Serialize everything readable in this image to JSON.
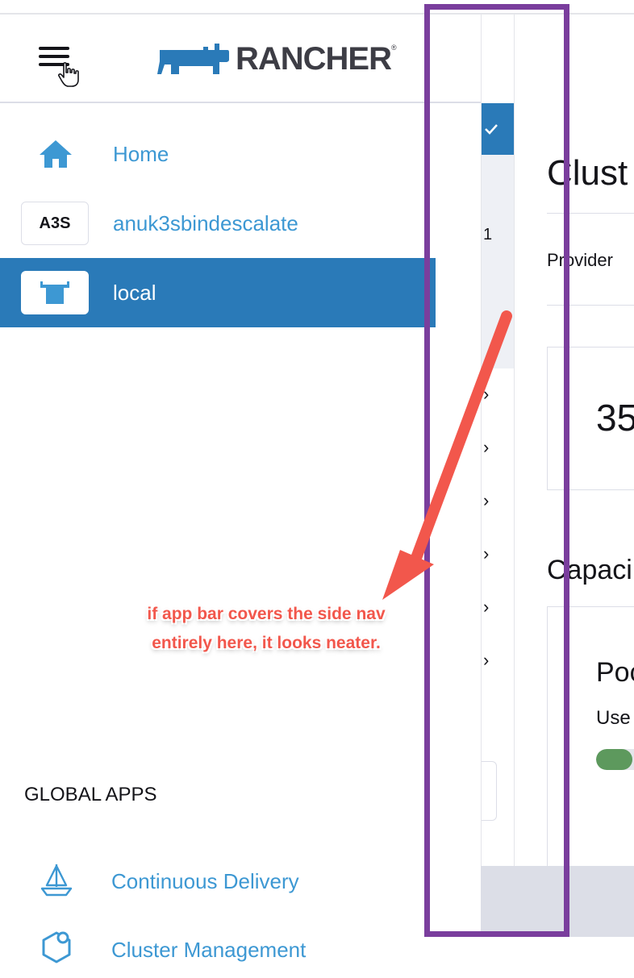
{
  "header": {
    "brand": "RANCHER",
    "registered_mark": "®"
  },
  "sidebar": {
    "items": [
      {
        "label": "Home",
        "icon": "home-icon"
      },
      {
        "label": "anuk3sbindescalate",
        "badge": "A3S"
      },
      {
        "label": "local",
        "icon": "cow-icon",
        "selected": true
      }
    ],
    "section_title": "GLOBAL APPS",
    "apps": [
      {
        "label": "Continuous Delivery",
        "icon": "sailboat-icon"
      },
      {
        "label": "Cluster Management",
        "icon": "cluster-icon"
      }
    ]
  },
  "background_page": {
    "strip_count": "1",
    "title": "Clust",
    "provider_label": "Provider",
    "stat_number": "35",
    "capacity_heading": "Capaci",
    "pods_heading": "Poc",
    "used_label": "Use",
    "pods_used_fraction": 0.45
  },
  "annotation": {
    "line1": "if app bar covers the side nav",
    "line2": "entirely here, it looks neater."
  },
  "colors": {
    "accent": "#3d98d3",
    "selected_bg": "#2a7ab8",
    "annotation_box": "#7a3e9d",
    "annotation_arrow": "#f2574c",
    "progress_fill": "#5d995d"
  }
}
